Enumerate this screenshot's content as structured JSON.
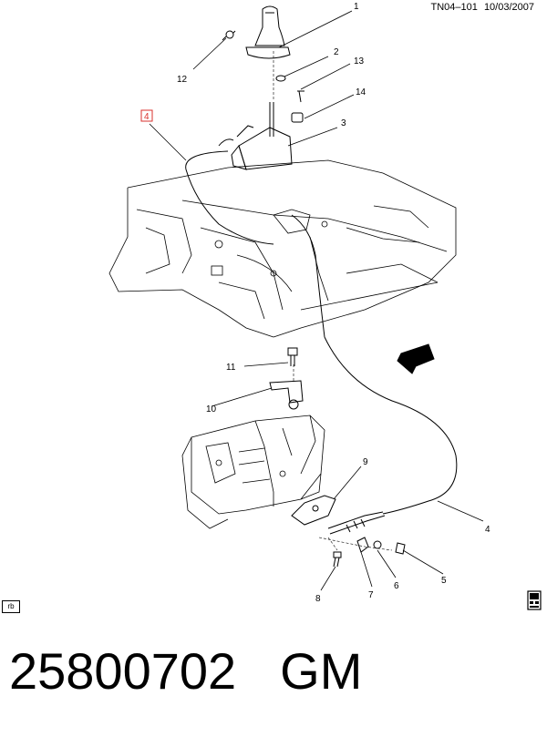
{
  "header": {
    "figure_code": "TN04–101",
    "date": "10/03/2007"
  },
  "callouts": [
    "1",
    "2",
    "13",
    "14",
    "3",
    "12",
    "4",
    "11",
    "10",
    "9",
    "4",
    "5",
    "6",
    "7",
    "8"
  ],
  "highlighted_callout": "4",
  "ref_tag": "rb",
  "footer": {
    "part_number": "25800702",
    "brand": "GM"
  },
  "icons": {
    "direction_arrow": "front-direction-arrow-icon",
    "document": "document-icon"
  }
}
